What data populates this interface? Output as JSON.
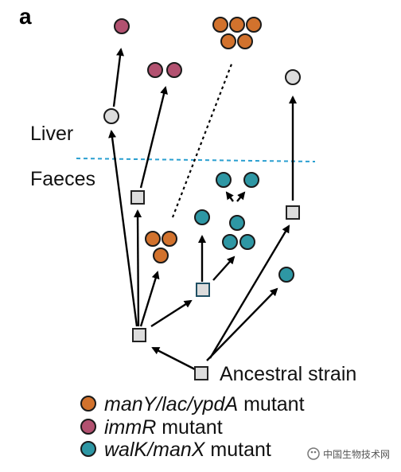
{
  "panel_letter": "a",
  "regions": {
    "upper": "Liver",
    "lower": "Faeces"
  },
  "ancestral_label": "Ancestral strain",
  "legend": [
    {
      "italic": "manY/lac/ypdA",
      "suffix": " mutant",
      "color": "#d2722d"
    },
    {
      "italic": "immR",
      "suffix": " mutant",
      "color": "#b25170"
    },
    {
      "italic": "walK/manX",
      "suffix": " mutant",
      "color": "#2e97a4"
    }
  ],
  "colors": {
    "manY": "#d2722d",
    "immR": "#b25170",
    "walK": "#2e97a4",
    "ancestral": "#dcdcdc",
    "boundary": "#2a9fd0"
  },
  "watermark": "中国生物技术网"
}
